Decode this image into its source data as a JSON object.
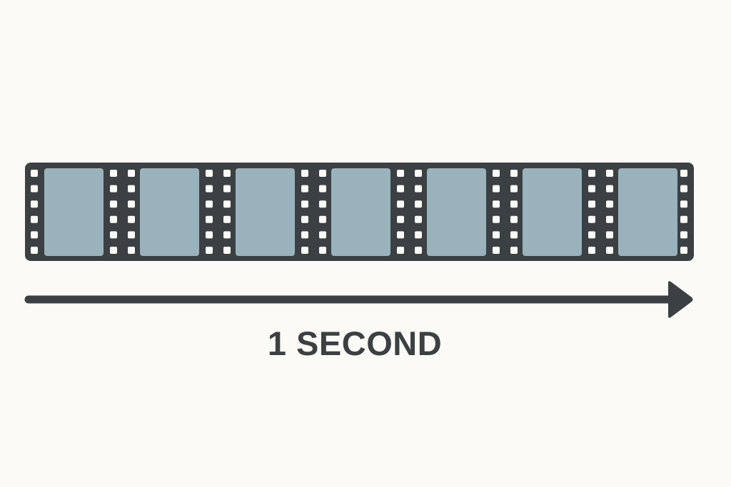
{
  "label": "1 SECOND",
  "film": {
    "frame_count": 7,
    "holes_per_column": 6
  },
  "colors": {
    "background": "#fbfaf6",
    "strip": "#3b4042",
    "frame": "#9ab2bc",
    "hole": "#fbfaf6"
  }
}
